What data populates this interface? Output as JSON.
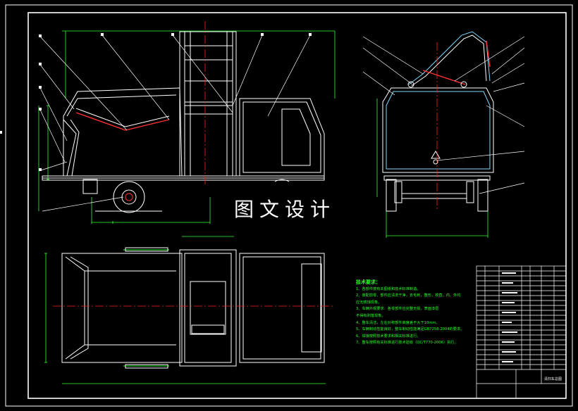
{
  "watermark": "图文设计",
  "notes": {
    "heading": "技术要求：",
    "lines": [
      "1、各部件按有关图纸和技术标准制造。",
      "2、装配前零、部件应清洗干净，去毛刺，整形，校直，内、外均",
      "   应无锈蚀现象。",
      "3、车辆外观要求：各零部件应完整无损，表面漆层",
      "   不得有剥落现象。",
      "4、整车清洁，左右对称部件高度差不大于10mm。",
      "5、车辆制动性能良好，整车制动性能满足GB7258-2004的要求。",
      "6、焊接按照技术要求和相关标准进行。",
      "7、整车按照有关标准进行技术验收（QC/T770-2006）执行。"
    ]
  },
  "title_block": {
    "drawing_name": "清扫车总图"
  },
  "colors": {
    "line": "#ffffff",
    "center": "#ff2020",
    "leader": "#ffffff",
    "highlight": "#7fd8ff",
    "dim": "#30ff30",
    "notes": "#28ff28"
  }
}
